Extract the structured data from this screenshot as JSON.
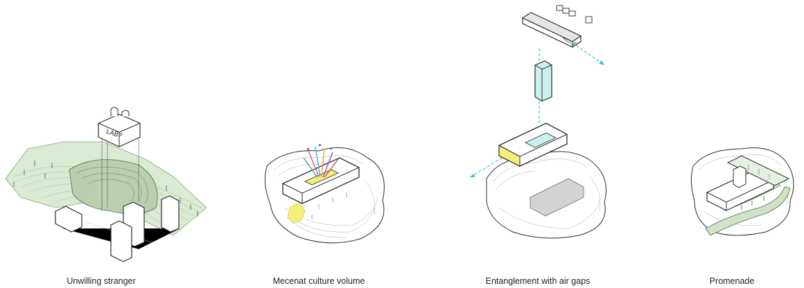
{
  "panels": [
    {
      "caption": "Unwilling stranger",
      "sign_text": "LAB?"
    },
    {
      "caption": "Mecenat culture volume"
    },
    {
      "caption": "Entanglement with air gaps"
    },
    {
      "caption": "Promenade"
    }
  ],
  "colors": {
    "line": "#2a2a2a",
    "contour": "#9a9a9a",
    "green": "#cfe3c6",
    "green_line": "#7fa877",
    "yellow": "#f4ef7a",
    "cyan": "#c9f2ee",
    "cyan_arrow": "#35c6d6"
  }
}
